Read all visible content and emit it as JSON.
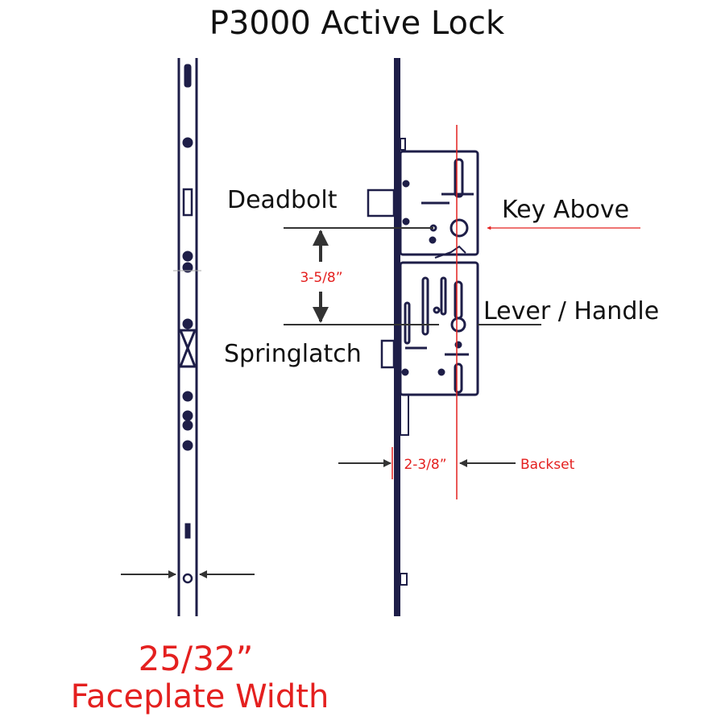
{
  "title": "P3000 Active Lock",
  "labels": {
    "deadbolt": "Deadbolt",
    "springlatch": "Springlatch",
    "key_above": "Key Above",
    "lever_handle": "Lever / Handle",
    "spacing": "3-5/8”",
    "backset_value": "2-3/8”",
    "backset": "Backset",
    "faceplate_value": "25/32”",
    "faceplate_label": "Faceplate Width"
  },
  "colors": {
    "line": "#1e1e48",
    "accent": "#e4201f",
    "dim": "#333333"
  }
}
